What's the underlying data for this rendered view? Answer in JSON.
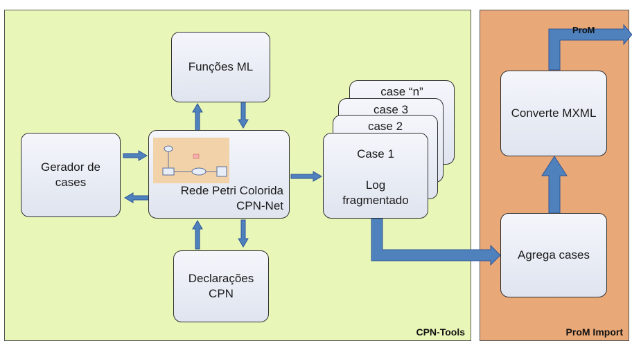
{
  "regions": {
    "cpn_tools": "CPN-Tools",
    "prom_import": "ProM Import"
  },
  "nodes": {
    "funcoes_ml": "Funções ML",
    "gerador_cases": "Gerador de\ncases",
    "rede_petri_line1": "Rede Petri Colorida",
    "rede_petri_line2": "CPN-Net",
    "declaracoes_cpn": "Declarações\nCPN",
    "case_n": "case “n”",
    "case_3": "case 3",
    "case_2": "case 2",
    "case_1_title": "Case 1",
    "case_1_body": "Log\nfragmentado",
    "converte_mxml": "Converte MXML",
    "agrega_cases": "Agrega cases"
  },
  "output_label": "ProM",
  "colors": {
    "cpn_region": "#e8f7b8",
    "prom_region": "#e8a878",
    "arrow": "#4f81bd",
    "arrow_border": "#2f5597"
  }
}
